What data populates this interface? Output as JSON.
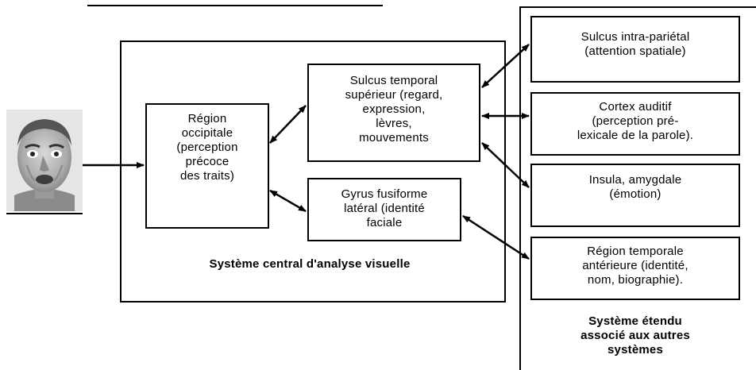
{
  "diagram": {
    "central_system_label": "Système central d'analyse visuelle",
    "extended_system_label": "Système étendu\nassocié aux autres\nsystèmes",
    "nodes": {
      "occipital": "Région\noccipitale\n(perception\nprécoce\ndes traits)",
      "sts": "Sulcus temporal\nsupérieur (regard,\nexpression,\nlèvres,\nmouvements",
      "fusiform": "Gyrus fusiforme\nlatéral (identité\nfaciale",
      "intraparietal": "Sulcus intra-pariétal\n(attention spatiale)",
      "auditory": "Cortex auditif\n(perception pré-\nlexicale de la parole).",
      "insula": "Insula, amygdale\n(émotion)",
      "anterior_temporal": "Région temporale\nantérieure (identité,\nnom, biographie)."
    }
  }
}
